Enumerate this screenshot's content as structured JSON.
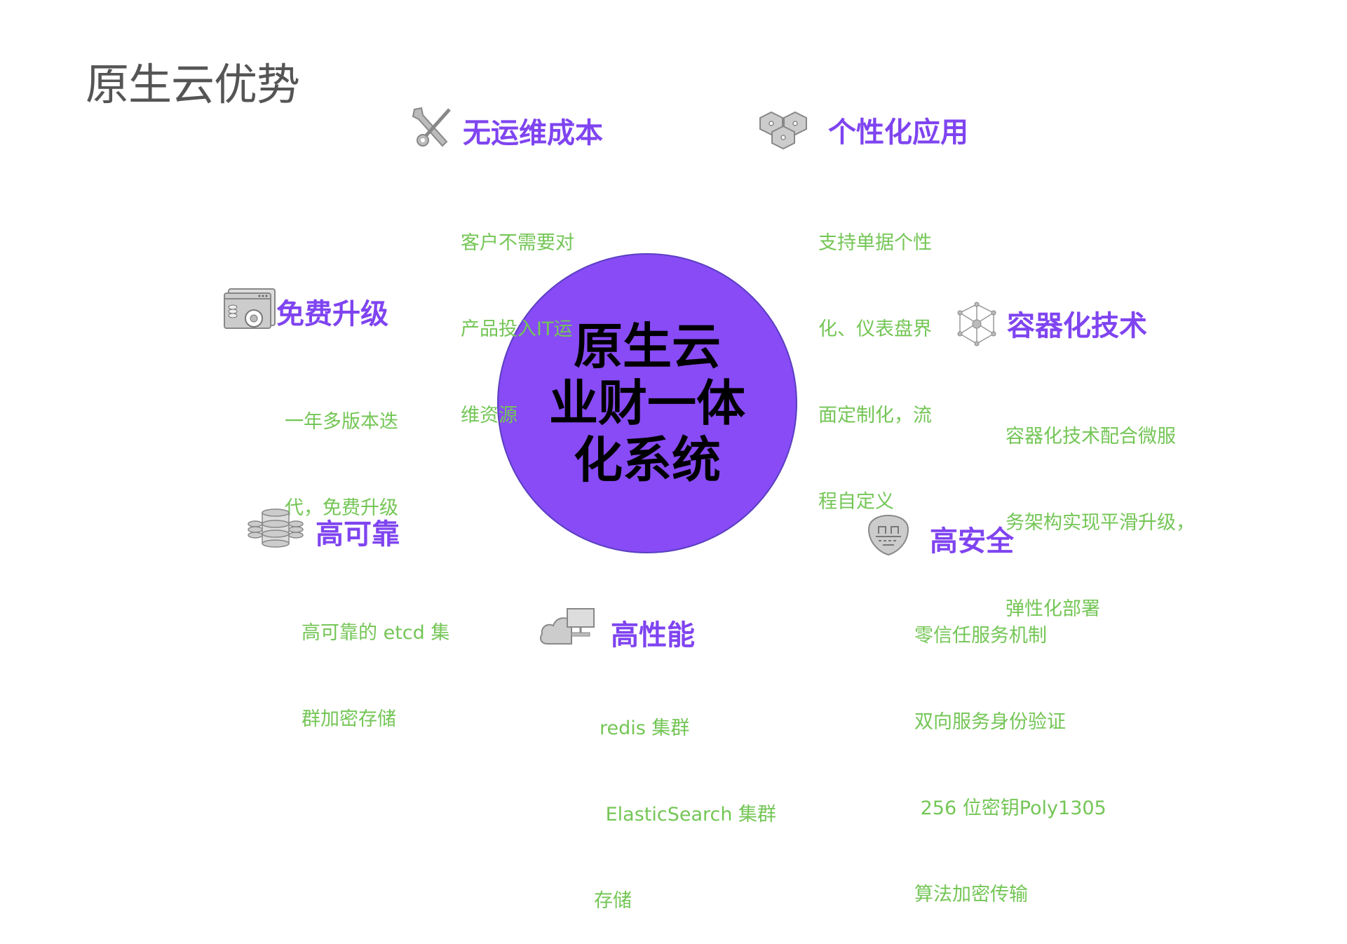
{
  "page_title": "原生云优势",
  "center": {
    "lines": [
      "原生云",
      "业财一体",
      "化系统"
    ]
  },
  "features": {
    "no_ops": {
      "title": "无运维成本",
      "icon": "tools-icon",
      "desc": [
        "客户不需要对",
        "产品投入IT运",
        "维资源"
      ]
    },
    "custom": {
      "title": "个性化应用",
      "icon": "hexagons-icon",
      "desc": [
        "支持单据个性",
        "化、仪表盘界",
        "面定制化，流",
        "程自定义"
      ]
    },
    "upgrade": {
      "title": "免费升级",
      "icon": "upgrade-window-icon",
      "desc": [
        "一年多版本迭",
        "代，免费升级"
      ]
    },
    "container": {
      "title": "容器化技术",
      "icon": "network-cube-icon",
      "desc": [
        "容器化技术配合微服",
        "务架构实现平滑升级，",
        "弹性化部署"
      ]
    },
    "reliable": {
      "title": "高可靠",
      "icon": "database-stack-icon",
      "desc": [
        "高可靠的 etcd 集",
        "群加密存储"
      ]
    },
    "secure": {
      "title": "高安全",
      "icon": "shield-icon",
      "desc": [
        "零信任服务机制",
        "双向服务身份验证",
        " 256 位密钥Poly1305",
        "算法加密传输"
      ]
    },
    "performance": {
      "title": "高性能",
      "icon": "cloud-server-icon",
      "desc": [
        "redis 集群",
        " ElasticSearch 集群",
        "存储"
      ]
    }
  },
  "colors": {
    "accent": "#7f44f0",
    "circle": "#884bf6",
    "desc": "#74c656"
  }
}
